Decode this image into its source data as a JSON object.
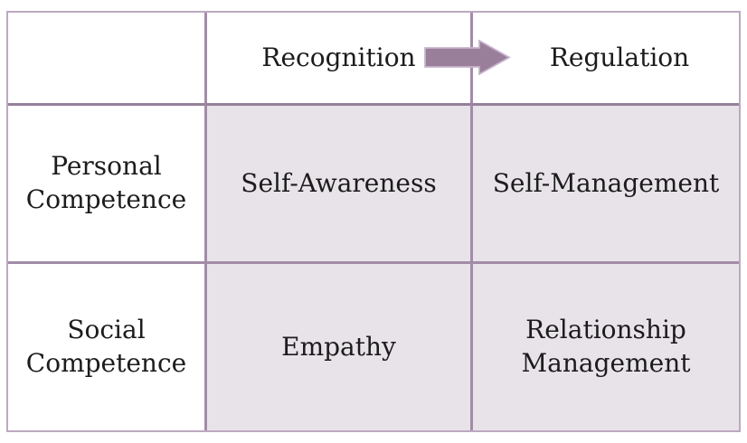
{
  "matrix": {
    "header": {
      "corner": "",
      "recognition_label": "Recognition",
      "regulation_label": "Regulation",
      "arrow_icon": "right-block-arrow"
    },
    "rows": [
      {
        "row_header": "Personal Competence",
        "cells": [
          "Self-Awareness",
          "Self-Management"
        ]
      },
      {
        "row_header": "Social Competence",
        "cells": [
          "Empathy",
          "Relationship Management"
        ]
      }
    ]
  },
  "colors": {
    "shaded_cell_bg": "#e8e3e9",
    "outer_border": "#bca9c1",
    "inner_border": "#a28ca7",
    "header_divider": "#96809b",
    "arrow_fill": "#9a7f9b",
    "arrow_outline": "#c7b4cb",
    "text": "#1c1c1c"
  }
}
